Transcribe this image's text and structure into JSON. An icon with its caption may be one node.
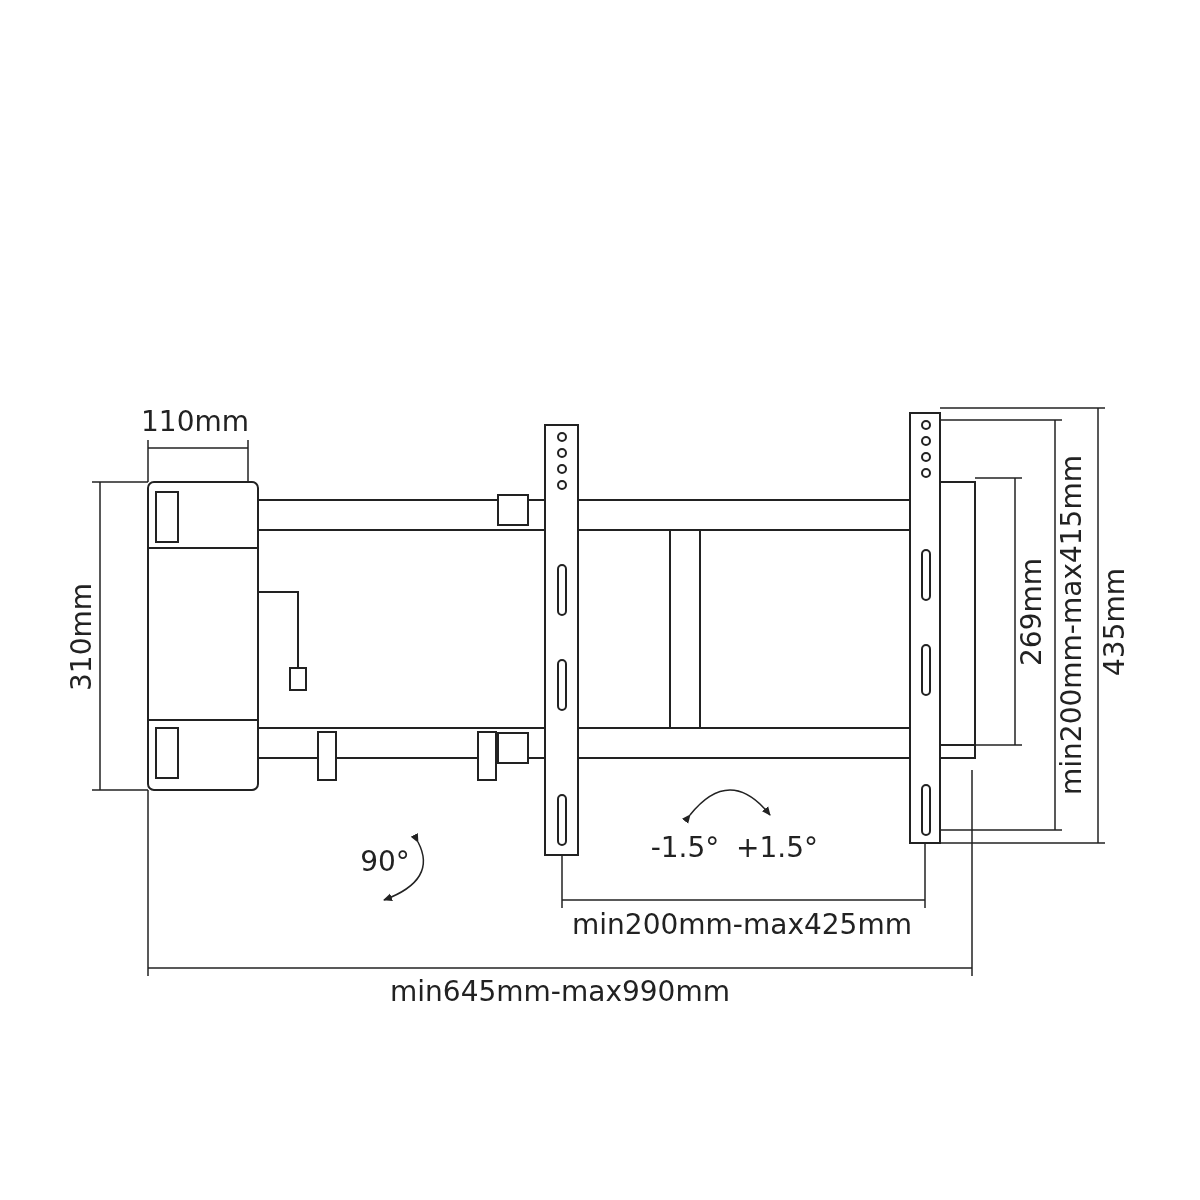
{
  "diagram": {
    "labels": [
      "110mm",
      "310mm",
      "269mm",
      "min200mm-max415mm",
      "435mm",
      "-1.5°",
      "+1.5°",
      "90°",
      "min200mm-max425mm",
      "min645mm-max990mm"
    ]
  }
}
